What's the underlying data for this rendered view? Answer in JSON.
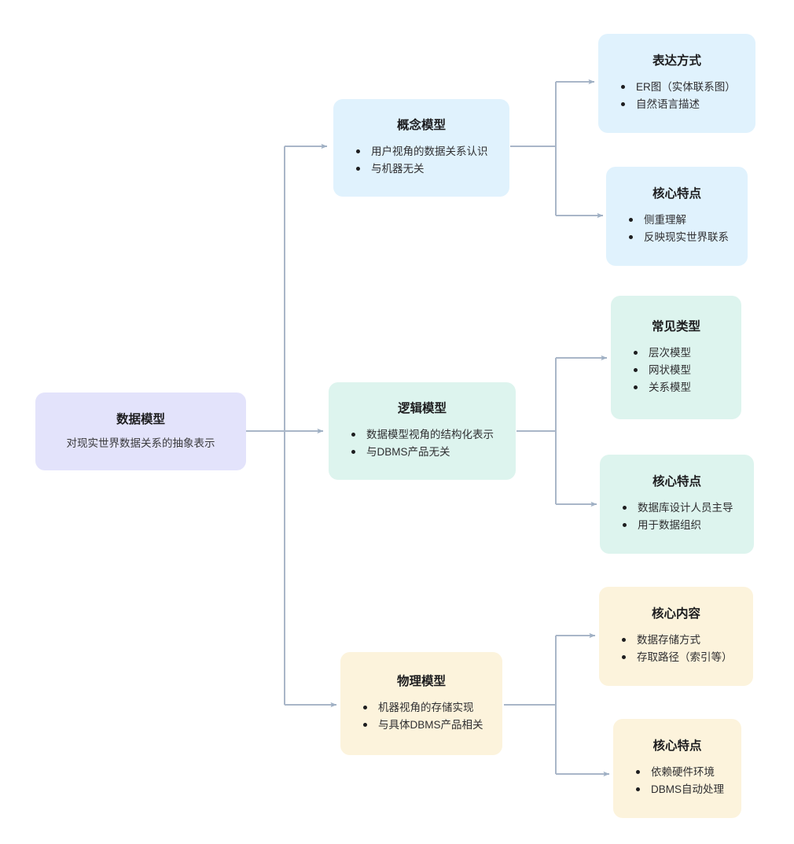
{
  "diagram": {
    "type": "mindmap",
    "title": "数据模型",
    "orientation": "left-to-right",
    "background": "#ffffff",
    "edge_color": "#a9b6c8"
  },
  "colors": {
    "root": "#e3e3fb",
    "conceptual": "#e0f2fd",
    "logical": "#ddf4ee",
    "physical": "#fcf3dc",
    "edge": "#a9b6c8",
    "text": "#1d1d1f"
  },
  "root": {
    "title": "数据模型",
    "subtitle": "对现实世界数据关系的抽象表示"
  },
  "branches": [
    {
      "id": "conceptual",
      "title": "概念模型",
      "bullets": [
        "用户视角的数据关系认识",
        "与机器无关"
      ],
      "children": [
        {
          "id": "conceptual-expression",
          "title": "表达方式",
          "bullets": [
            "ER图（实体联系图）",
            "自然语言描述"
          ]
        },
        {
          "id": "conceptual-features",
          "title": "核心特点",
          "bullets": [
            "侧重理解",
            "反映现实世界联系"
          ]
        }
      ]
    },
    {
      "id": "logical",
      "title": "逻辑模型",
      "bullets": [
        "数据模型视角的结构化表示",
        "与DBMS产品无关"
      ],
      "children": [
        {
          "id": "logical-types",
          "title": "常见类型",
          "bullets": [
            "层次模型",
            "网状模型",
            "关系模型"
          ]
        },
        {
          "id": "logical-features",
          "title": "核心特点",
          "bullets": [
            "数据库设计人员主导",
            "用于数据组织"
          ]
        }
      ]
    },
    {
      "id": "physical",
      "title": "物理模型",
      "bullets": [
        "机器视角的存储实现",
        "与具体DBMS产品相关"
      ],
      "children": [
        {
          "id": "physical-content",
          "title": "核心内容",
          "bullets": [
            "数据存储方式",
            "存取路径（索引等）"
          ]
        },
        {
          "id": "physical-features",
          "title": "核心特点",
          "bullets": [
            "依赖硬件环境",
            "DBMS自动处理"
          ]
        }
      ]
    }
  ]
}
